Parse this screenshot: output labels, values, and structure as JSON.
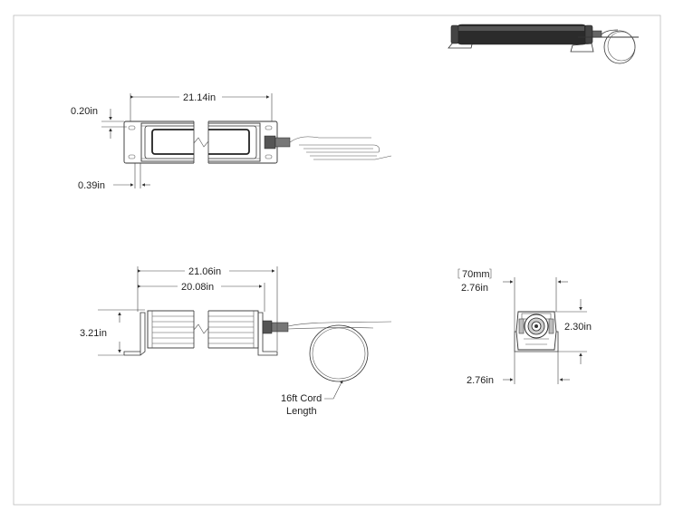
{
  "dimensions": {
    "top_length": "21.14in",
    "top_offset_small": "0.20in",
    "top_offset_bottom": "0.39in",
    "side_overall": "21.06in",
    "side_inner": "20.08in",
    "side_height": "3.21in",
    "end_mm": "70mm",
    "end_top": "2.76in",
    "end_height": "2.30in",
    "end_bottom": "2.76in"
  },
  "notes": {
    "cord_line1": "16ft Cord",
    "cord_line2": "Length"
  }
}
